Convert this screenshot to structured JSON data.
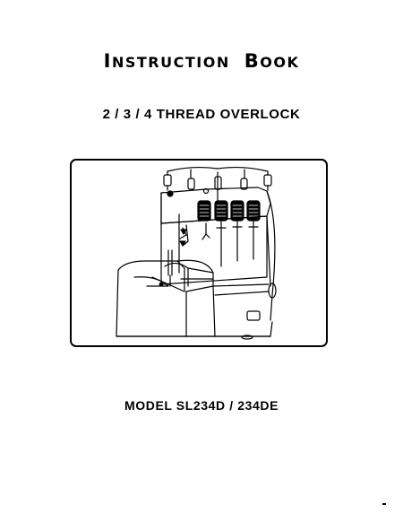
{
  "cover": {
    "title": {
      "word1_initial": "I",
      "word1_rest": "NSTRUCTION",
      "word2_initial": "B",
      "word2_rest": "OOK"
    },
    "subtitle": "2 / 3 / 4 THREAD OVERLOCK",
    "illustration_subject": "overlock sewing machine line drawing",
    "model": "MODEL SL234D / 234DE"
  }
}
